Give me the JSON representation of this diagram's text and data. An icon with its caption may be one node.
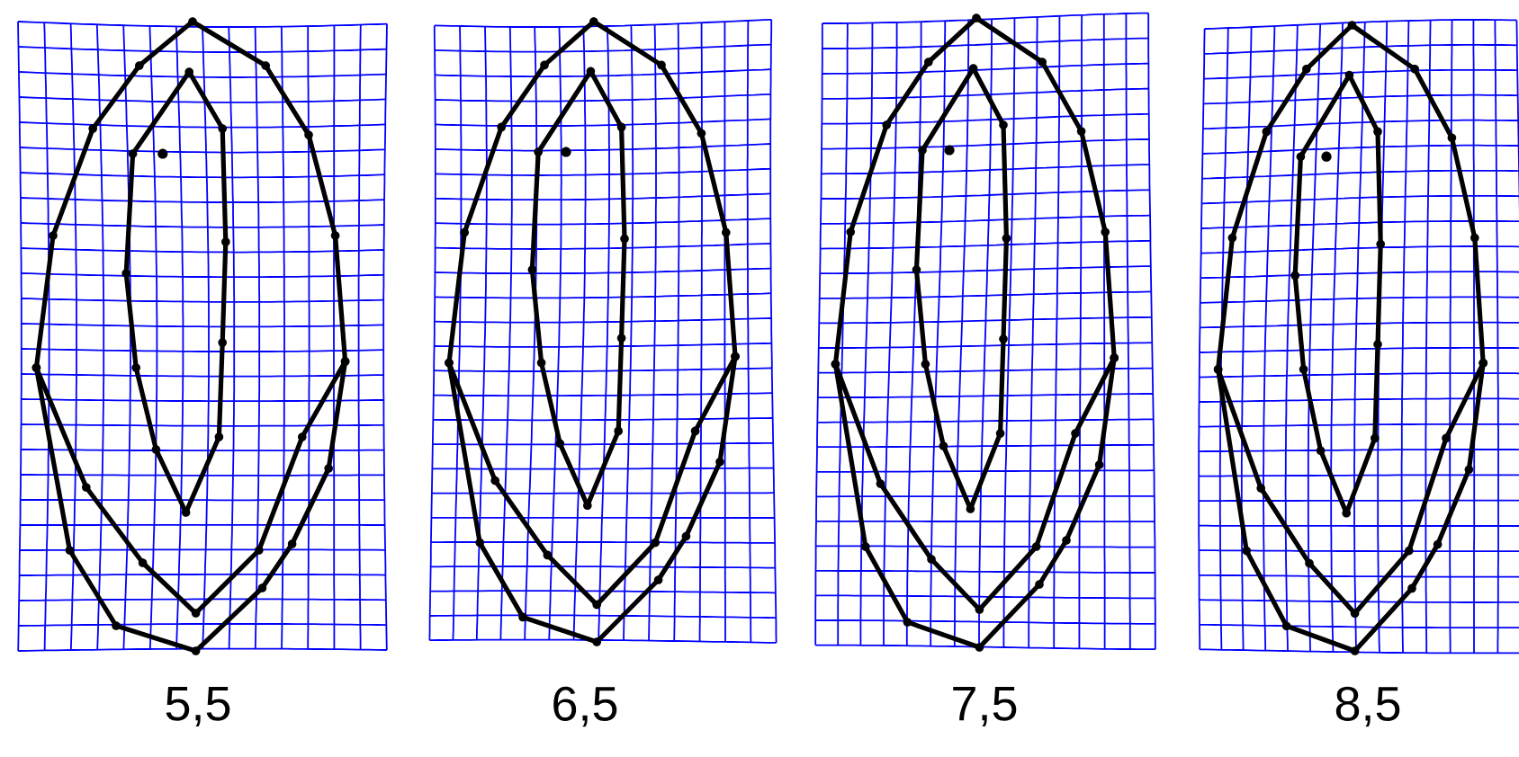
{
  "diagram": {
    "labels": [
      "5,5",
      "6,5",
      "7,5",
      "8,5"
    ]
  }
}
